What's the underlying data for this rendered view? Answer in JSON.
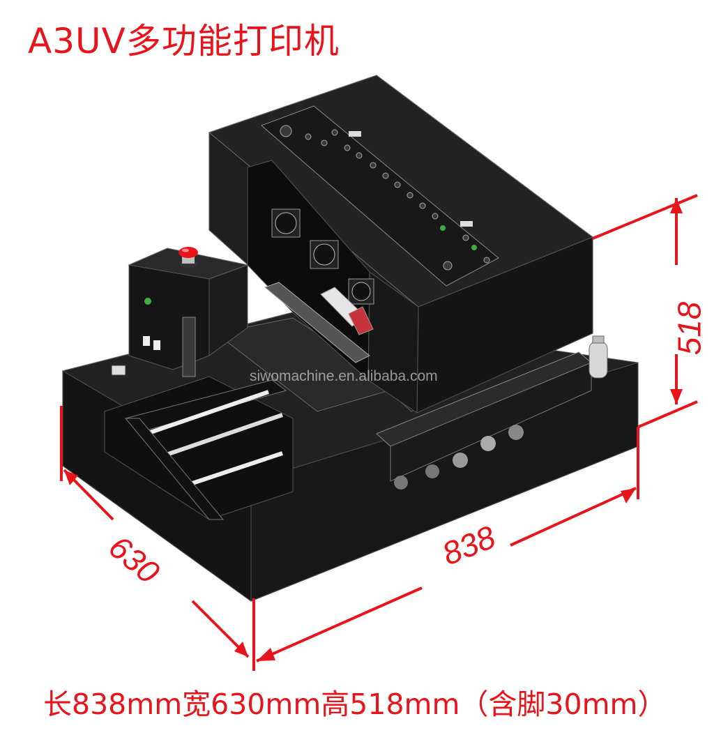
{
  "title": "A3UV多功能打印机",
  "caption": "长838mm宽630mm高518mm（含脚30mm）",
  "watermark": "siwomachine.en.alibaba.com",
  "dimensions": {
    "width": "838",
    "depth": "630",
    "height": "518"
  },
  "colors": {
    "accent": "#e8141b",
    "body": "#1b1b1b",
    "outline": "#4a4a4a"
  }
}
